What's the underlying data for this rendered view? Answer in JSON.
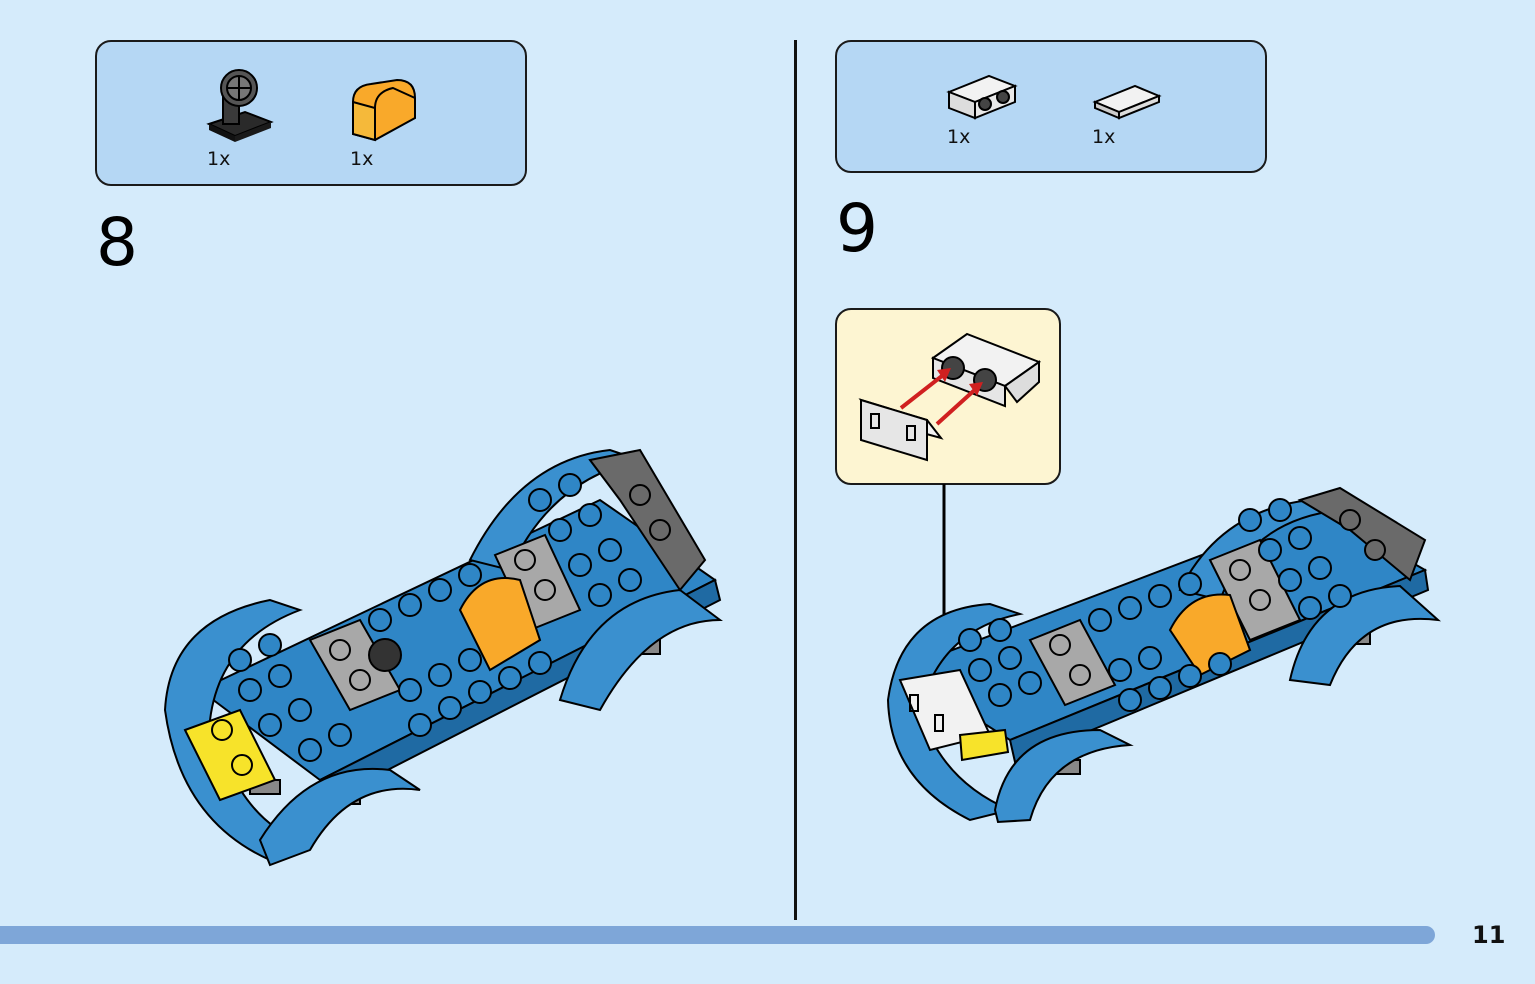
{
  "steps": [
    {
      "number": "8",
      "parts": [
        {
          "name": "steering-wheel-stand",
          "qty": "1x"
        },
        {
          "name": "orange-curved-slope",
          "qty": "1x"
        }
      ]
    },
    {
      "number": "9",
      "parts": [
        {
          "name": "white-bracket-plate",
          "qty": "1x"
        },
        {
          "name": "white-tile-grille",
          "qty": "1x"
        }
      ]
    }
  ],
  "page_number": "11",
  "colors": {
    "background": "#d5ebfb",
    "parts_box": "#b5d7f4",
    "callout": "#fdf5d2",
    "brick_blue": "#2f86c6",
    "brick_grey": "#a8a8a8",
    "brick_dark_grey": "#6a6a6a",
    "brick_orange": "#f9a92a",
    "brick_yellow": "#f7e32a",
    "progress_bar": "#7ea6d8"
  }
}
